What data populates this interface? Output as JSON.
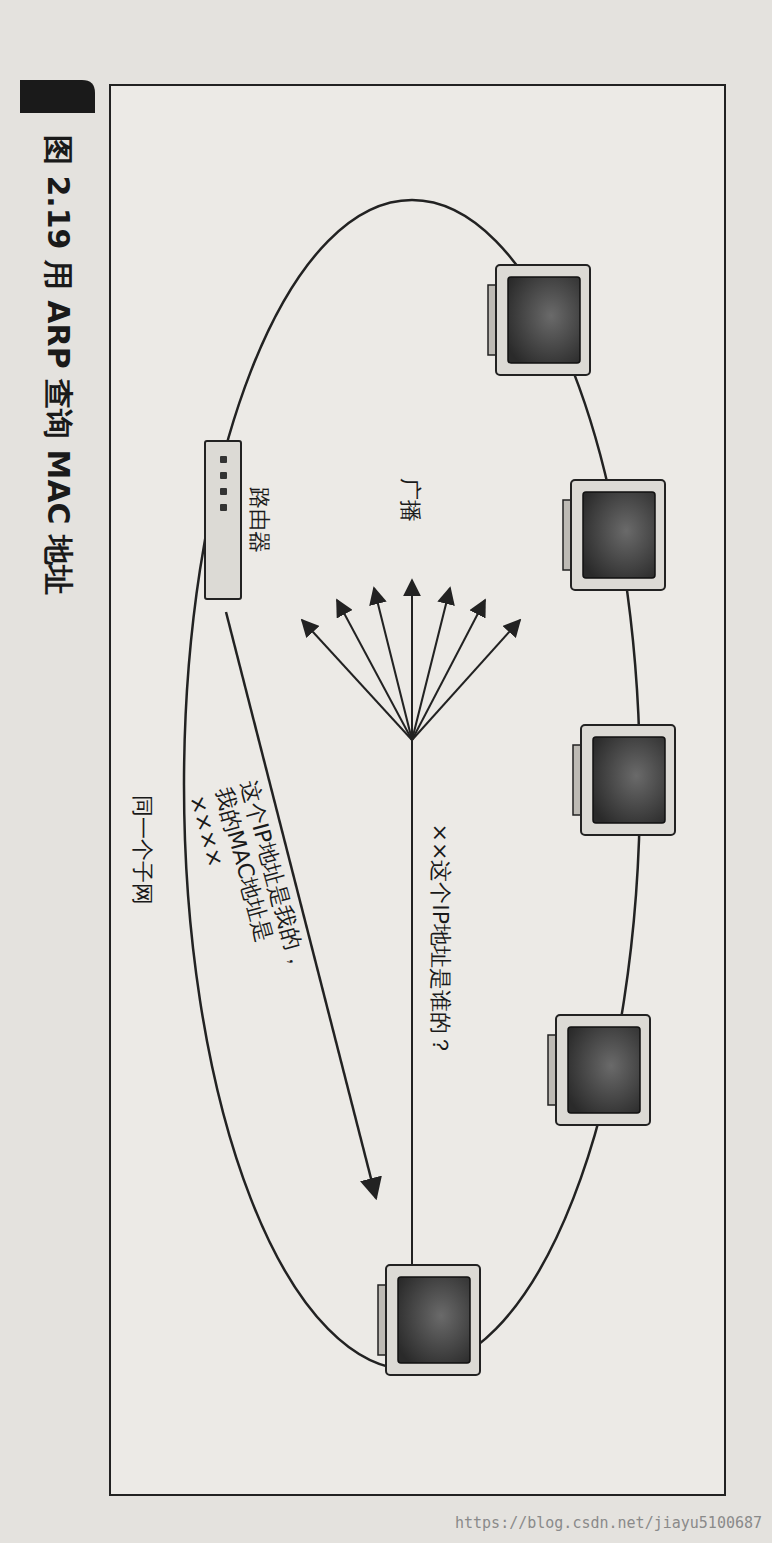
{
  "diagram": {
    "caption": "图 2.19 用 ARP 查询 MAC 地址",
    "nodes": [
      {
        "text": [
          "路由器"
        ]
      }
    ],
    "labels": [
      "广播",
      "××这个IP地址是谁的？",
      "这个IP地址是我的， 我的MAC地址是××××",
      "同一个子网",
      "https://blog.csdn.net/jiayu5100687"
    ]
  }
}
